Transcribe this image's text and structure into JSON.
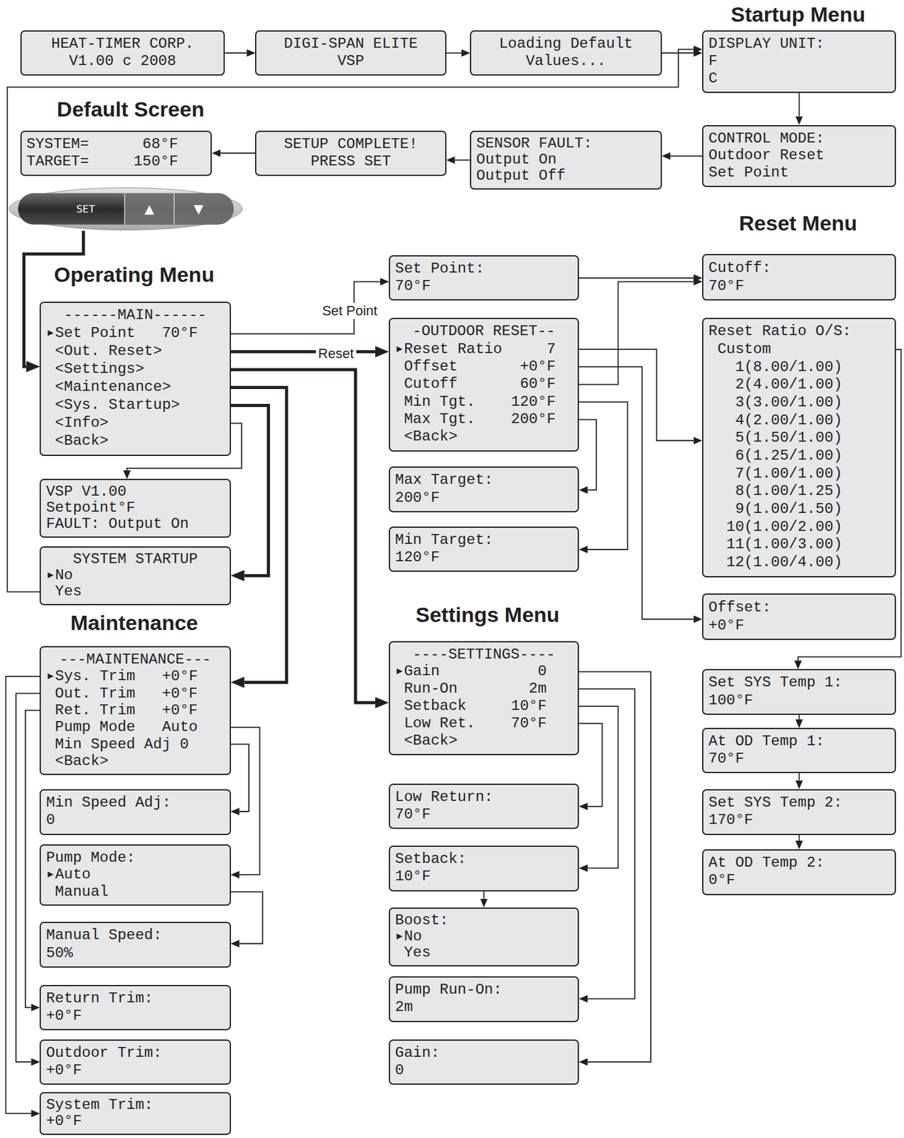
{
  "diagram": {
    "nodes": [
      {
        "text": [
          "HEAT-TIMER CORP.",
          "V1.00 c 2008"
        ]
      },
      {
        "text": [
          "DIGI-SPAN ELITE",
          "VSP"
        ]
      },
      {
        "text": [
          "Loading Default",
          "Values..."
        ]
      },
      {
        "text": [
          "DISPLAY UNIT:",
          "F",
          "C"
        ]
      },
      {
        "text": [
          "CONTROL MODE:",
          "Outdoor Reset",
          "Set Point"
        ]
      },
      {
        "text": [
          "SENSOR FAULT:",
          "Output On",
          "Output Off"
        ]
      },
      {
        "text": [
          "SETUP COMPLETE!",
          "PRESS SET"
        ]
      },
      {
        "text": [
          "SYSTEM=      68°F",
          "TARGET=     150°F"
        ]
      },
      {
        "text": [
          "SET",
          "▲",
          "▼"
        ]
      },
      {
        "text": [
          "------MAIN------",
          "▸Set Point   70°F",
          "<Out. Reset>",
          "<Settings>",
          "<Maintenance>",
          "<Sys. Startup>",
          "<Info>",
          "<Back>"
        ]
      },
      {
        "text": [
          "VSP V1.00",
          "Setpoint°F",
          "FAULT: Output On"
        ]
      },
      {
        "text": [
          "SYSTEM STARTUP",
          "▸No",
          "Yes"
        ]
      },
      {
        "text": [
          "---MAINTENANCE---",
          "▸Sys. Trim   +0°F",
          "Out. Trim   +0°F",
          "Ret. Trim   +0°F",
          "Pump Mode   Auto",
          "Min Speed Adj 0",
          "<Back>"
        ]
      },
      {
        "text": [
          "Min Speed Adj:",
          "0"
        ]
      },
      {
        "text": [
          "Pump Mode:",
          "▸Auto",
          "Manual"
        ]
      },
      {
        "text": [
          "Manual Speed:",
          "50%"
        ]
      },
      {
        "text": [
          "Return Trim:",
          "+0°F"
        ]
      },
      {
        "text": [
          "Outdoor Trim:",
          "+0°F"
        ]
      },
      {
        "text": [
          "System Trim:",
          "+0°F"
        ]
      },
      {
        "text": [
          "Set Point:",
          "70°F"
        ]
      },
      {
        "text": [
          "-OUTDOOR RESET--",
          "▸Reset Ratio     7",
          "Offset       +0°F",
          "Cutoff       60°F",
          "Min Tgt.    120°F",
          "Max Tgt.    200°F",
          "<Back>"
        ]
      },
      {
        "text": [
          "Max Target:",
          "200°F"
        ]
      },
      {
        "text": [
          "Min Target:",
          "120°F"
        ]
      },
      {
        "text": [
          "----SETTINGS----",
          "▸Gain           0",
          "Run-On        2m",
          "Setback     10°F",
          "Low Ret.    70°F",
          "<Back>"
        ]
      },
      {
        "text": [
          "Low Return:",
          "70°F"
        ]
      },
      {
        "text": [
          "Setback:",
          "10°F"
        ]
      },
      {
        "text": [
          "Boost:",
          "▸No",
          "Yes"
        ]
      },
      {
        "text": [
          "Pump Run-On:",
          "2m"
        ]
      },
      {
        "text": [
          "Gain:",
          "0"
        ]
      },
      {
        "text": [
          "Cutoff:",
          "70°F"
        ]
      },
      {
        "text": [
          "Reset Ratio O/S:",
          "Custom",
          "1(8.00/1.00)",
          "2(4.00/1.00)",
          "3(3.00/1.00)",
          "4(2.00/1.00)",
          "5(1.50/1.00)",
          "6(1.25/1.00)",
          "7(1.00/1.00)",
          "8(1.00/1.25)",
          "9(1.00/1.50)",
          "10(1.00/2.00)",
          "11(1.00/3.00)",
          "12(1.00/4.00)"
        ]
      },
      {
        "text": [
          "Offset:",
          "+0°F"
        ]
      },
      {
        "text": [
          "Set SYS Temp 1:",
          "100°F"
        ]
      },
      {
        "text": [
          "At OD Temp 1:",
          "70°F"
        ]
      },
      {
        "text": [
          "Set SYS Temp 2:",
          "170°F"
        ]
      },
      {
        "text": [
          "At OD Temp 2:",
          "0°F"
        ]
      }
    ],
    "edges": [
      {
        "from": 0,
        "to": 1,
        "arrow": "to"
      },
      {
        "from": 1,
        "to": 2,
        "arrow": "to"
      },
      {
        "from": 2,
        "to": 3,
        "arrow": "to"
      },
      {
        "from": 3,
        "to": 4,
        "arrow": "to"
      },
      {
        "from": 4,
        "to": 5,
        "arrow": "to"
      },
      {
        "from": 5,
        "to": 6,
        "arrow": "to"
      },
      {
        "from": 6,
        "to": 7,
        "arrow": "to"
      },
      {
        "from": 11,
        "to": 3,
        "arrow": "to"
      },
      {
        "from": 8,
        "to": 9,
        "arrow": "to"
      },
      {
        "from": 9,
        "to": 19,
        "label": "Set Point",
        "arrow": "to"
      },
      {
        "from": 9,
        "to": 20,
        "label": "Reset",
        "arrow": "to"
      },
      {
        "from": 9,
        "to": 23,
        "arrow": "to"
      },
      {
        "from": 9,
        "to": 12,
        "arrow": "to"
      },
      {
        "from": 9,
        "to": 11,
        "arrow": "to"
      },
      {
        "from": 9,
        "to": 10,
        "arrow": "to"
      },
      {
        "from": 19,
        "to": 29,
        "arrow": "to"
      },
      {
        "from": 20,
        "to": 29,
        "arrow": "to"
      },
      {
        "from": 20,
        "to": 30,
        "arrow": "to"
      },
      {
        "from": 20,
        "to": 31,
        "arrow": "to"
      },
      {
        "from": 20,
        "to": 22,
        "arrow": "to"
      },
      {
        "from": 20,
        "to": 21,
        "arrow": "to"
      },
      {
        "from": 30,
        "to": 32,
        "arrow": "to"
      },
      {
        "from": 32,
        "to": 33,
        "arrow": "to"
      },
      {
        "from": 33,
        "to": 34,
        "arrow": "to"
      },
      {
        "from": 34,
        "to": 35,
        "arrow": "to"
      },
      {
        "from": 23,
        "to": 28,
        "arrow": "to"
      },
      {
        "from": 23,
        "to": 27,
        "arrow": "to"
      },
      {
        "from": 23,
        "to": 25,
        "arrow": "to"
      },
      {
        "from": 23,
        "to": 24,
        "arrow": "to"
      },
      {
        "from": 25,
        "to": 26,
        "arrow": "to"
      },
      {
        "from": 12,
        "to": 18,
        "arrow": "to"
      },
      {
        "from": 12,
        "to": 17,
        "arrow": "to"
      },
      {
        "from": 12,
        "to": 16,
        "arrow": "to"
      },
      {
        "from": 12,
        "to": 14,
        "arrow": "to"
      },
      {
        "from": 12,
        "to": 13,
        "arrow": "to"
      },
      {
        "from": 14,
        "to": 15,
        "arrow": "to"
      }
    ],
    "labels": [
      "Startup Menu",
      "Default Screen",
      "Operating Menu",
      "Reset Menu",
      "Settings Menu",
      "Maintenance"
    ]
  }
}
